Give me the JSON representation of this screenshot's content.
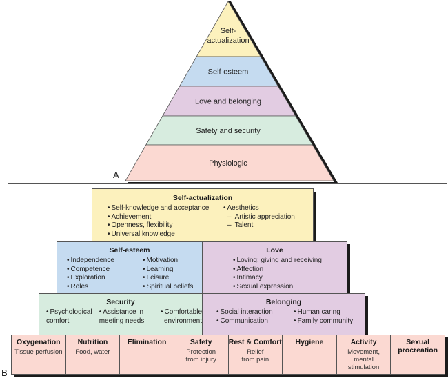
{
  "colors": {
    "yellow": "#fcf1bd",
    "blue": "#c5dbf0",
    "purple": "#e2cce2",
    "green": "#d7ecdf",
    "pink": "#fbd9d2",
    "outline": "#1b1b1b"
  },
  "panel_a": {
    "label": "A",
    "levels": [
      {
        "name": "Self-\nactualization",
        "line1": "Self-",
        "line2": "actualization",
        "color": "yellow"
      },
      {
        "name": "Self-esteem",
        "color": "blue"
      },
      {
        "name": "Love and belonging",
        "color": "purple"
      },
      {
        "name": "Safety and security",
        "color": "green"
      },
      {
        "name": "Physiologic",
        "color": "pink"
      }
    ]
  },
  "panel_b": {
    "label": "B",
    "self_actualization": {
      "title": "Self-actualization",
      "col1": [
        "Self-knowledge and acceptance",
        "Achievement",
        "Openness, flexibility",
        "Universal knowledge"
      ],
      "col2_head": "Aesthetics",
      "col2_sub": [
        "Artistic appreciation",
        "Talent"
      ]
    },
    "self_esteem": {
      "title": "Self-esteem",
      "col1": [
        "Independence",
        "Competence",
        "Exploration",
        "Roles"
      ],
      "col2": [
        "Motivation",
        "Learning",
        "Leisure",
        "Spiritual beliefs"
      ]
    },
    "love": {
      "title": "Love",
      "items": [
        "Loving: giving and receiving",
        "Affection",
        "Intimacy",
        "Sexual expression"
      ]
    },
    "security": {
      "title": "Security",
      "items": [
        "Psychological comfort",
        "Assistance in meeting needs",
        "Comfortable environment"
      ]
    },
    "belonging": {
      "title": "Belonging",
      "col1": [
        "Social interaction",
        "Communication"
      ],
      "col2": [
        "Human caring",
        "Family community"
      ]
    },
    "physiologic": [
      {
        "title": "Oxygenation",
        "sub": "Tissue perfusion"
      },
      {
        "title": "Nutrition",
        "sub": "Food, water"
      },
      {
        "title": "Elimination",
        "sub": ""
      },
      {
        "title": "Safety",
        "sub": "Protection\nfrom injury"
      },
      {
        "title": "Rest & Comfort",
        "sub": "Relief\nfrom pain"
      },
      {
        "title": "Hygiene",
        "sub": ""
      },
      {
        "title": "Activity",
        "sub": "Movement,\nmental\nstimulation"
      },
      {
        "title": "Sexual\nprocreation",
        "sub": ""
      }
    ]
  }
}
